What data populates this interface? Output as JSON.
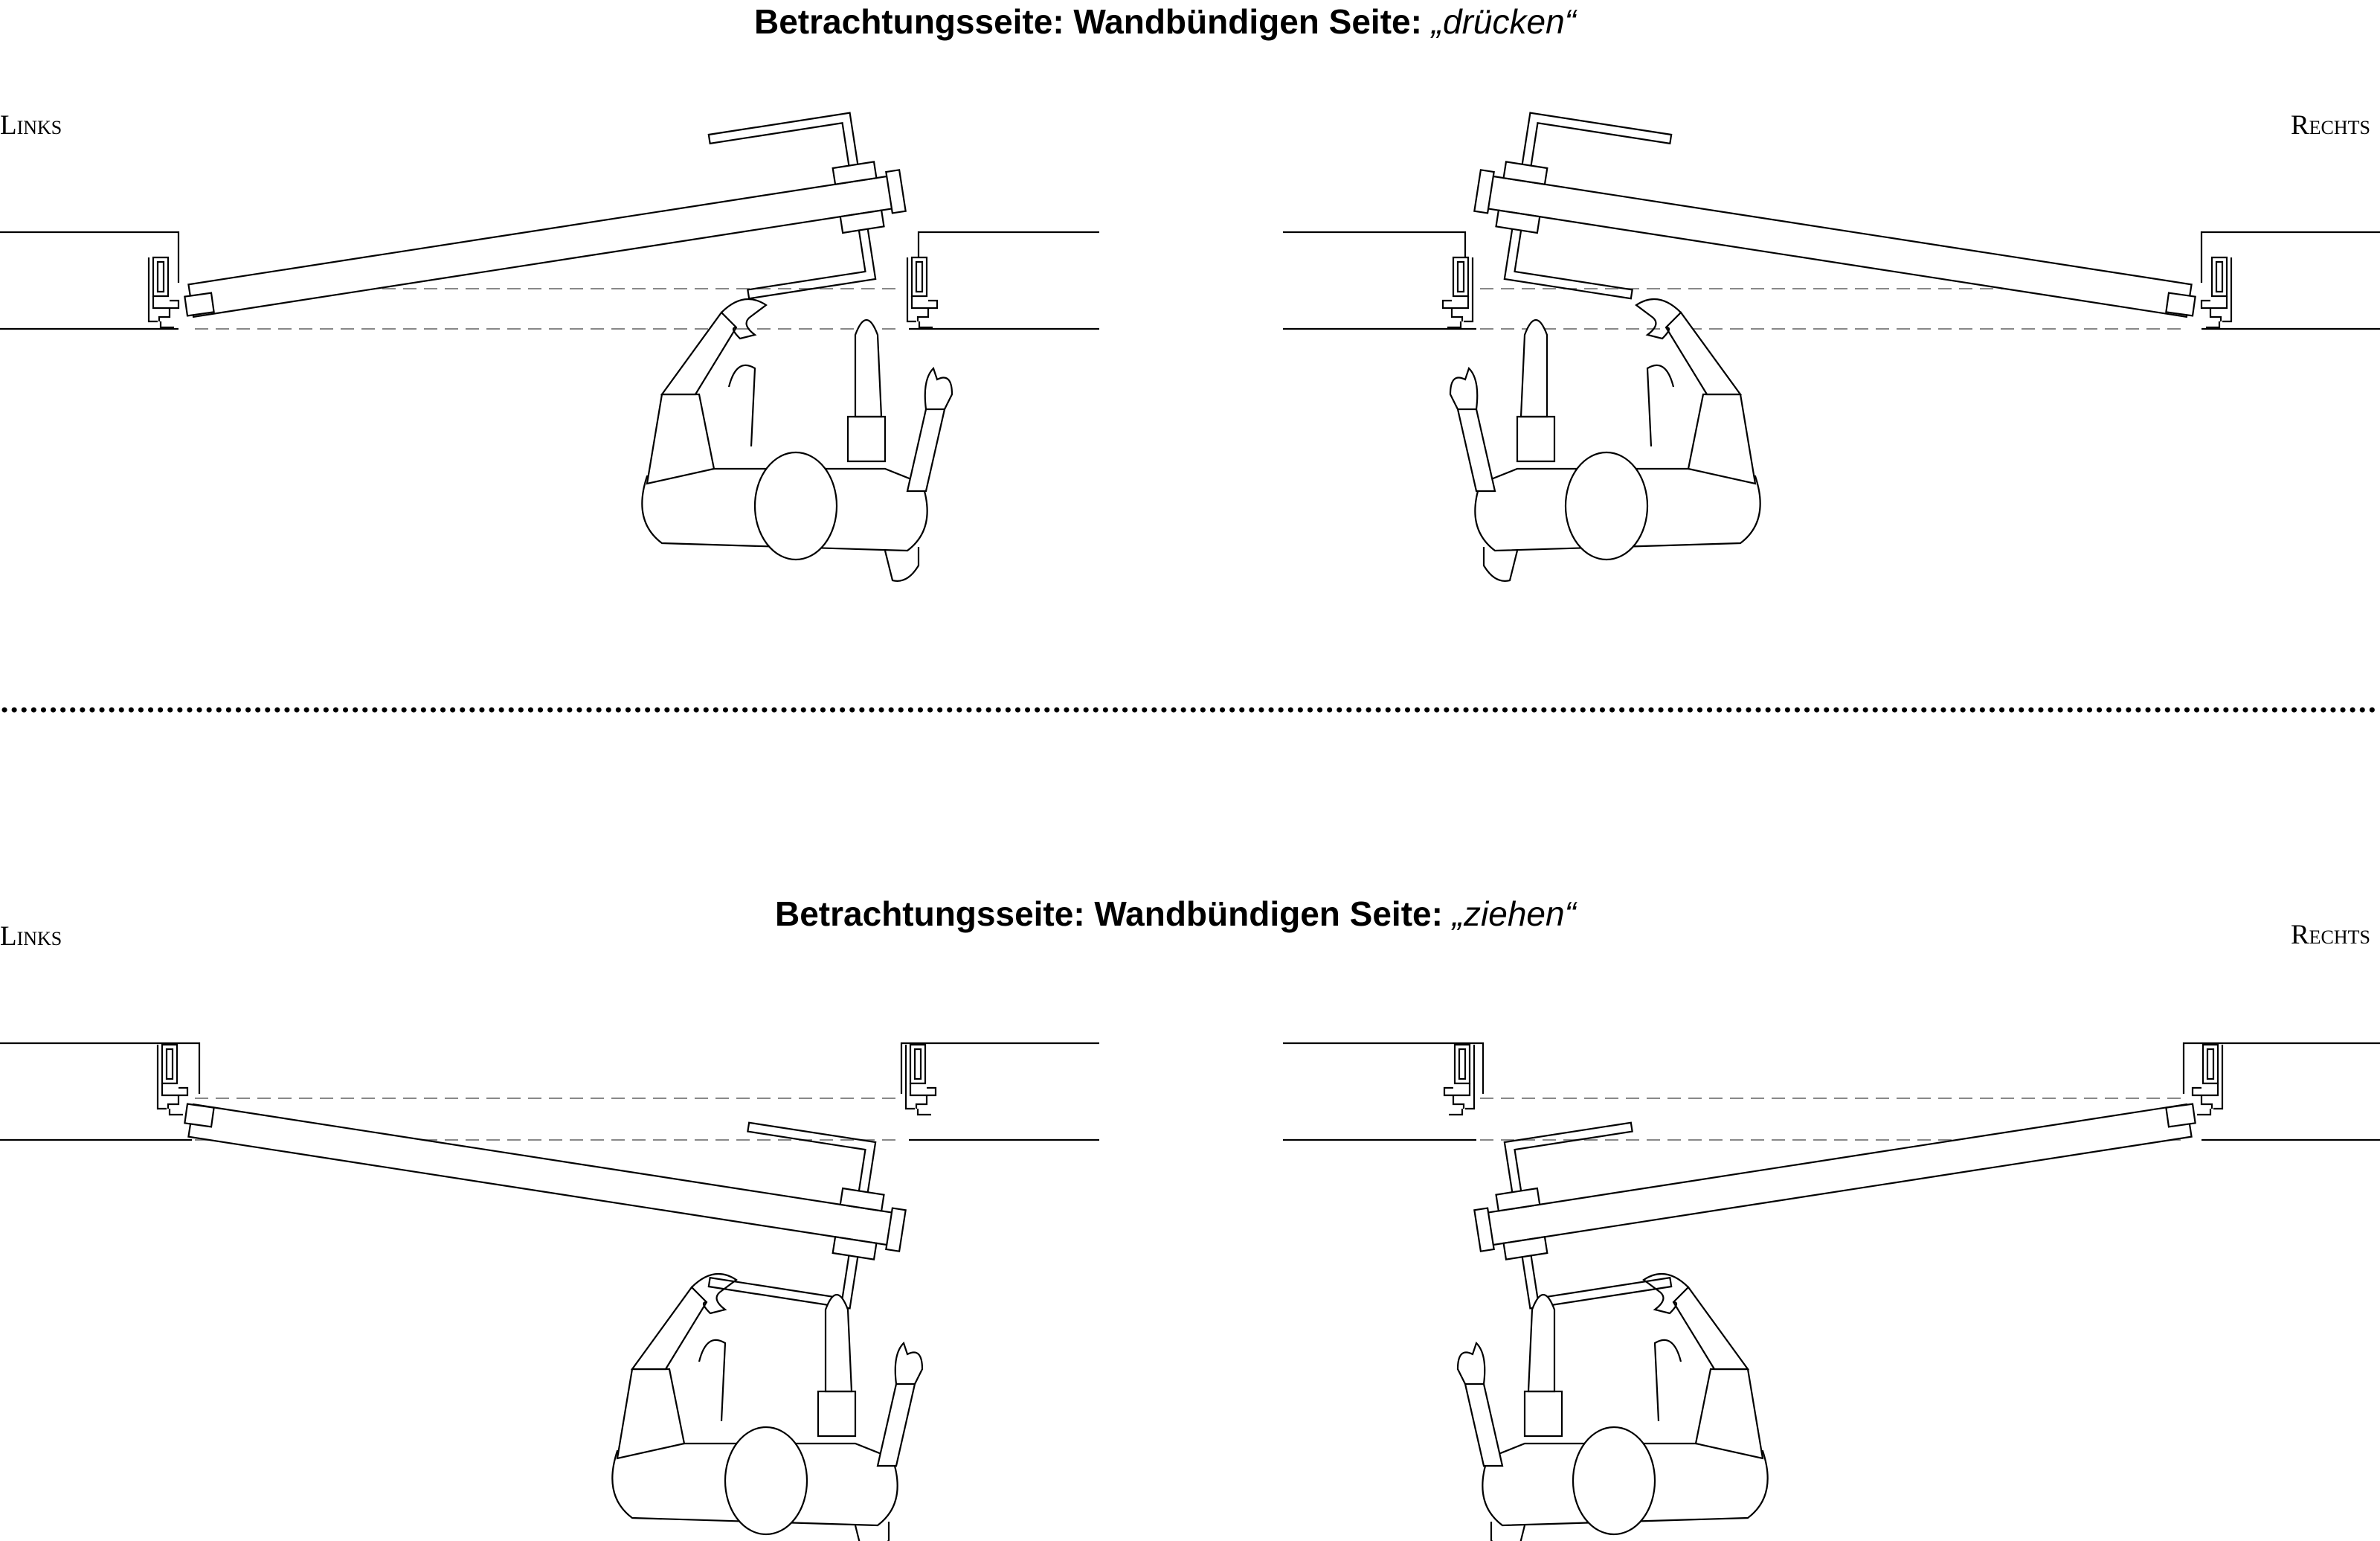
{
  "sections": [
    {
      "heading_prefix": "Betrachtungsseite: Wandbündigen Seite: ",
      "heading_action": "„drücken“",
      "left_label": "Links",
      "right_label": "Rechts"
    },
    {
      "heading_prefix": "Betrachtungsseite: Wandbündigen Seite: ",
      "heading_action": "„ziehen“",
      "left_label": "Links",
      "right_label": "Rechts"
    }
  ],
  "colors": {
    "line": "#000000",
    "hidden_line": "#777777",
    "background": "#ffffff"
  }
}
